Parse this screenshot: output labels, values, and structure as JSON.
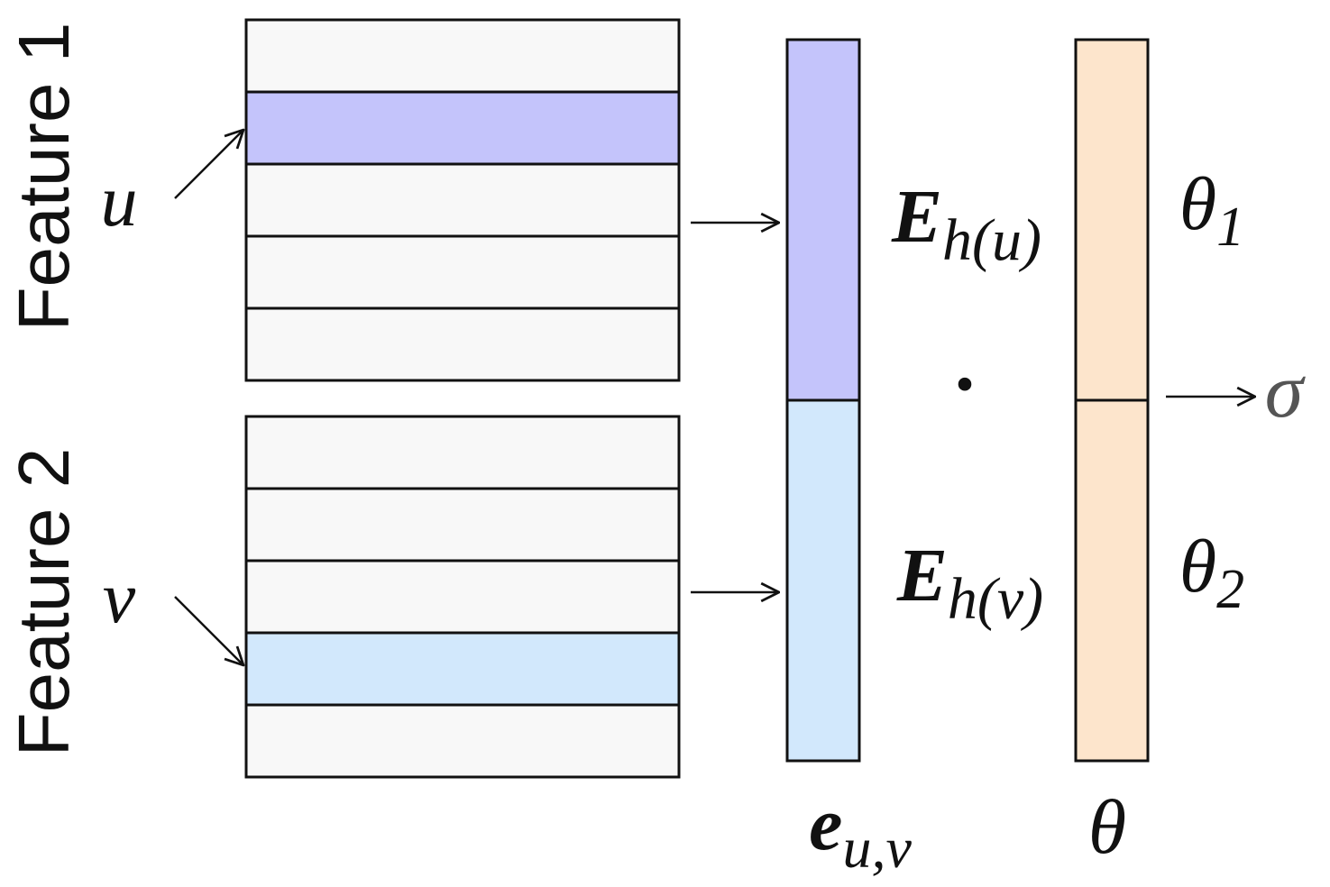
{
  "feature1": {
    "label": "Feature 1",
    "input_symbol": "u",
    "rows": 5,
    "highlight_row": 1
  },
  "feature2": {
    "label": "Feature 2",
    "input_symbol": "v",
    "rows": 5,
    "highlight_row": 3
  },
  "embedding_vector": {
    "top_label": {
      "base": "E",
      "sub": "h(u)"
    },
    "bottom_label": {
      "base": "E",
      "sub": "h(v)"
    },
    "caption": {
      "base": "e",
      "sub": "u,v"
    }
  },
  "theta_vector": {
    "top_label": {
      "base": "θ",
      "sub": "1"
    },
    "bottom_label": {
      "base": "θ",
      "sub": "2"
    },
    "caption": "θ"
  },
  "operator_symbol": "·",
  "output_symbol": "σ",
  "colors": {
    "row_fill": "#f8f8f8",
    "feature1_highlight": "#c4c4fb",
    "feature2_highlight": "#d2e8fc",
    "theta_fill": "#fde5cc",
    "stroke": "#111111",
    "output_color": "#555555"
  }
}
